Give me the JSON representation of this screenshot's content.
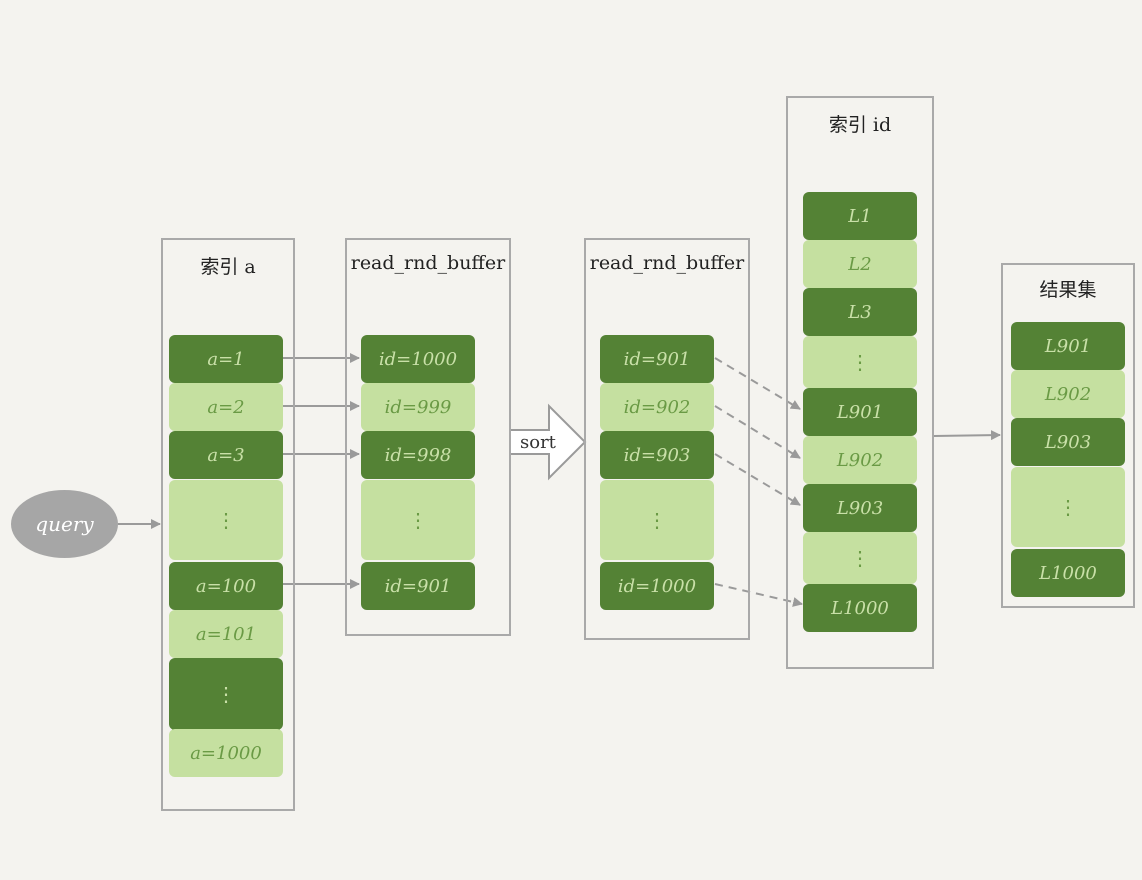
{
  "query_label": "query",
  "index_a": {
    "title": "索引 a",
    "cells": [
      "a=1",
      "a=2",
      "a=3",
      "⋮",
      "a=100",
      "a=101",
      "⋮",
      "a=1000"
    ]
  },
  "buffer_unsorted": {
    "title": "read_rnd_buffer",
    "cells": [
      "id=1000",
      "id=999",
      "id=998",
      "⋮",
      "id=901"
    ]
  },
  "sort_label": "sort",
  "buffer_sorted": {
    "title": "read_rnd_buffer",
    "cells": [
      "id=901",
      "id=902",
      "id=903",
      "⋮",
      "id=1000"
    ]
  },
  "index_id": {
    "title": "索引 id",
    "cells": [
      "L1",
      "L2",
      "L3",
      "⋮",
      "L901",
      "L902",
      "L903",
      "⋮",
      "L1000"
    ]
  },
  "result_set": {
    "title": "结果集",
    "cells": [
      "L901",
      "L902",
      "L903",
      "⋮",
      "L1000"
    ]
  },
  "colors": {
    "dark_cell": "#548235",
    "light_cell": "#c5e0a0",
    "frame": "#a9a9a9",
    "arrow": "#9a9a9a",
    "background": "#f4f3ef"
  }
}
